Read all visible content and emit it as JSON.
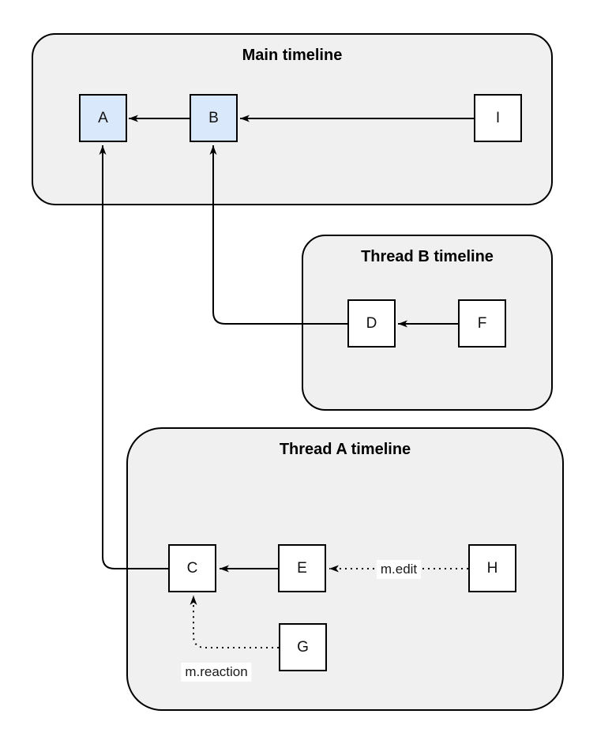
{
  "diagram": {
    "containers": [
      {
        "id": "main",
        "title": "Main timeline"
      },
      {
        "id": "thread-b",
        "title": "Thread B timeline"
      },
      {
        "id": "thread-a",
        "title": "Thread A timeline"
      }
    ],
    "nodes": {
      "a": {
        "label": "A",
        "highlighted": true
      },
      "b": {
        "label": "B",
        "highlighted": true
      },
      "i": {
        "label": "I",
        "highlighted": false
      },
      "d": {
        "label": "D",
        "highlighted": false
      },
      "f": {
        "label": "F",
        "highlighted": false
      },
      "c": {
        "label": "C",
        "highlighted": false
      },
      "e": {
        "label": "E",
        "highlighted": false
      },
      "h": {
        "label": "H",
        "highlighted": false
      },
      "g": {
        "label": "G",
        "highlighted": false
      }
    },
    "edges": [
      {
        "from": "B",
        "to": "A",
        "style": "solid"
      },
      {
        "from": "I",
        "to": "B",
        "style": "solid"
      },
      {
        "from": "F",
        "to": "D",
        "style": "solid"
      },
      {
        "from": "D",
        "to": "B",
        "style": "solid"
      },
      {
        "from": "E",
        "to": "C",
        "style": "solid"
      },
      {
        "from": "C",
        "to": "A",
        "style": "solid"
      },
      {
        "from": "H",
        "to": "E",
        "style": "dotted",
        "label": "m.edit"
      },
      {
        "from": "G",
        "to": "C",
        "style": "dotted",
        "label": "m.reaction"
      }
    ],
    "edge_labels": {
      "edit": "m.edit",
      "reaction": "m.reaction"
    },
    "colors": {
      "container_fill": "#f0f0f0",
      "node_fill": "#ffffff",
      "highlight_fill": "#dae8fc",
      "stroke": "#000000"
    }
  }
}
